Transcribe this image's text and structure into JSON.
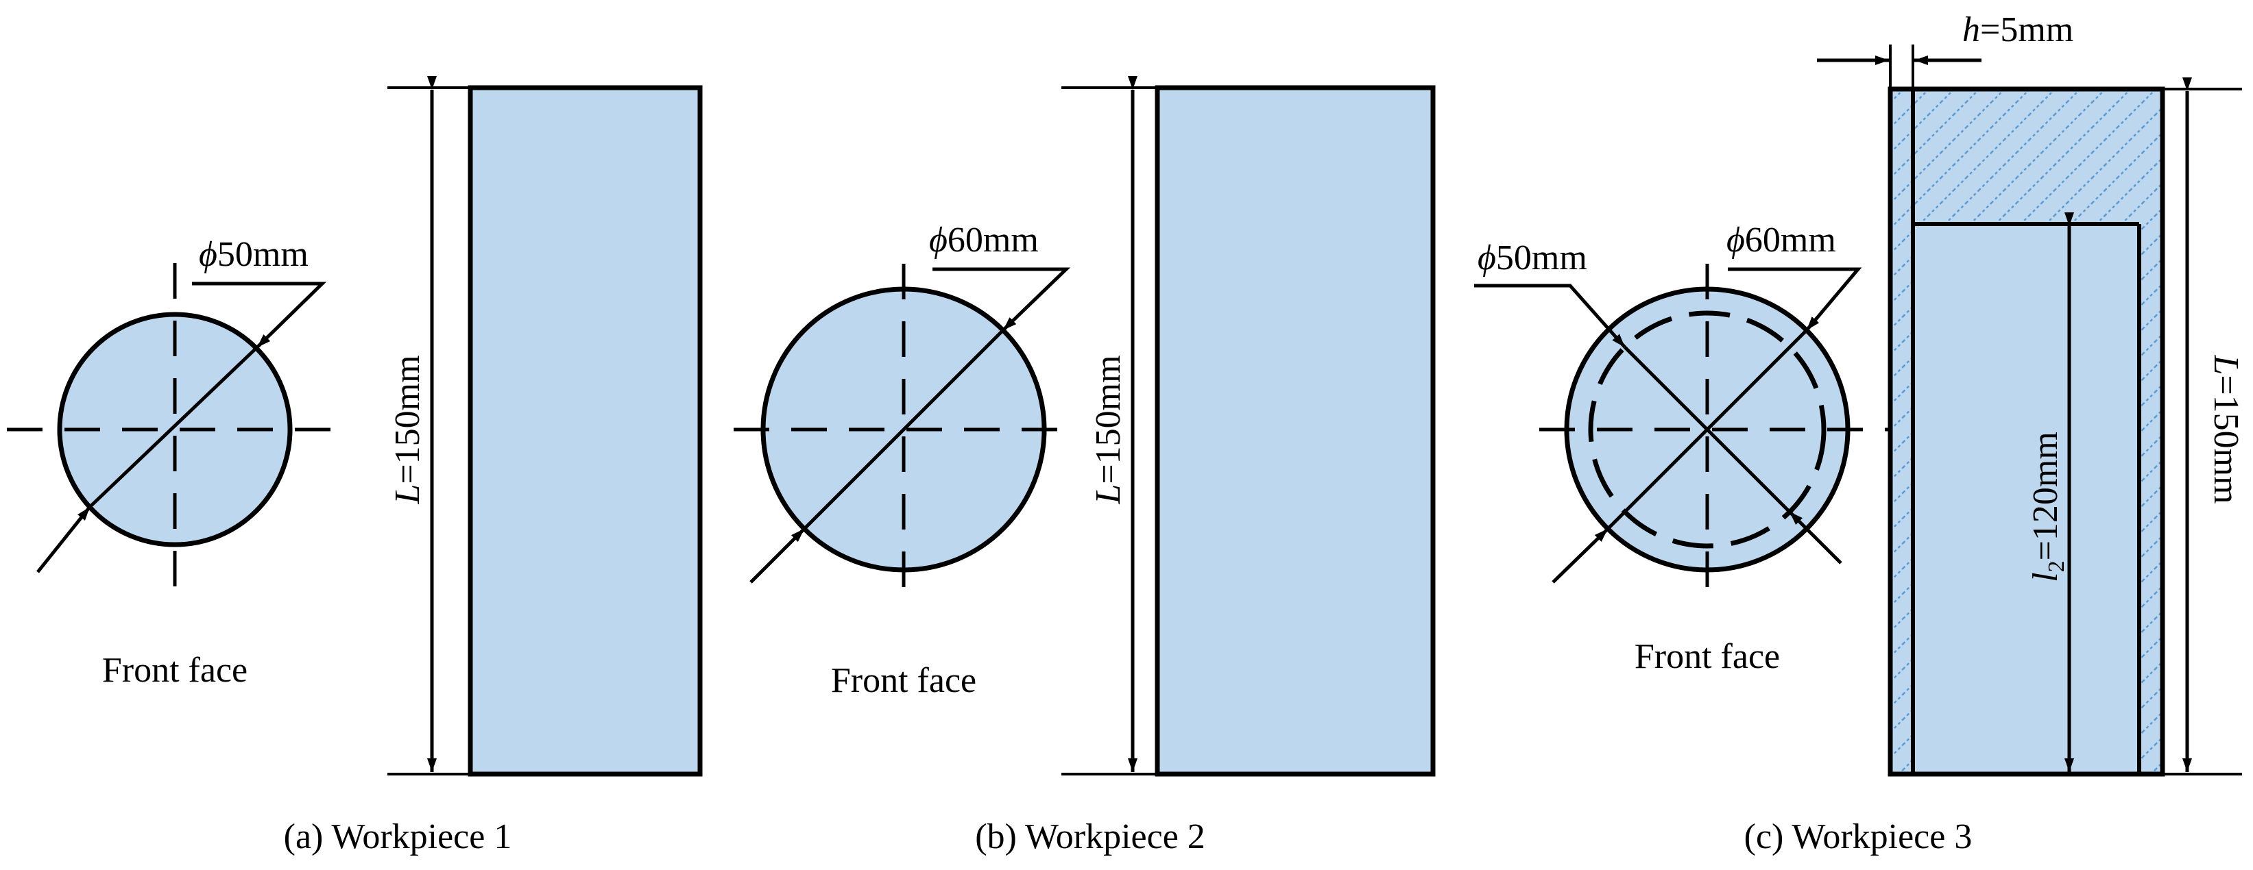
{
  "colors": {
    "fill": "#bdd7ee",
    "stroke": "#000000",
    "hatch": "#5b9bd5"
  },
  "workpiece1": {
    "diameter": {
      "prefix": "ϕ",
      "value": "50mm"
    },
    "face_label": "Front face",
    "length": {
      "var": "L",
      "rest": "=150mm"
    },
    "caption": "(a) Workpiece 1"
  },
  "workpiece2": {
    "diameter": {
      "prefix": "ϕ",
      "value": "60mm"
    },
    "face_label": "Front face",
    "length": {
      "var": "L",
      "rest": "=150mm"
    },
    "caption": "(b) Workpiece 2"
  },
  "workpiece3": {
    "inner_diameter": {
      "prefix": "ϕ",
      "value": "50mm"
    },
    "outer_diameter": {
      "prefix": "ϕ",
      "value": "60mm"
    },
    "face_label": "Front face",
    "thickness": {
      "var": "h",
      "rest": "=5mm"
    },
    "inner_length": {
      "var": "l",
      "sub": "2",
      "rest": "=120mm"
    },
    "length": {
      "var": "L",
      "rest": "=150mm"
    },
    "caption": "(c) Workpiece 3"
  }
}
